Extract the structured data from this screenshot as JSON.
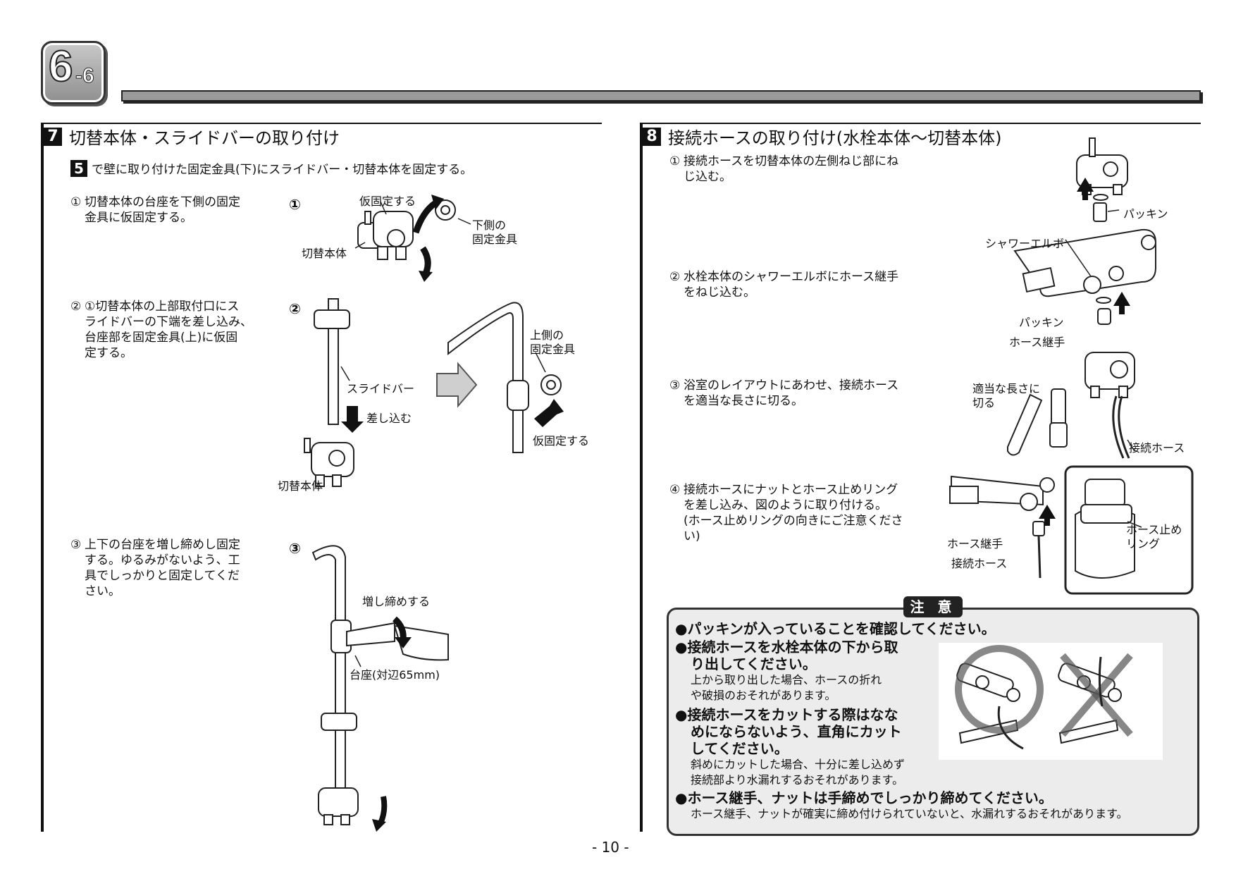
{
  "header": {
    "badge_main": "6",
    "badge_sub": "-6"
  },
  "section7": {
    "number": "7",
    "title": "切替本体・スライドバーの取り付け",
    "ref_num": "5",
    "ref_text": "で壁に取り付けた固定金具(下)にスライドバー・切替本体を固定する。",
    "step1": {
      "marker": "①",
      "lines": [
        "切替本体の台座を下側の固定",
        "金具に仮固定する。"
      ]
    },
    "step2": {
      "marker": "②",
      "lines": [
        "①切替本体の上部取付口にス",
        "ライドバーの下端を差し込み、",
        "台座部を固定金具(上)に仮固",
        "定する。"
      ]
    },
    "step3": {
      "marker": "③",
      "lines": [
        "上下の台座を増し締めし固定",
        "する。ゆるみがないよう、工",
        "具でしっかりと固定してくだ",
        "さい。"
      ]
    },
    "fig1": {
      "circle": "①",
      "label_a": "仮固定する",
      "label_b1": "下側の",
      "label_b2": "固定金具",
      "label_c": "切替本体"
    },
    "fig2": {
      "circle": "②",
      "label_a": "スライドバー",
      "label_b": "差し込む",
      "label_c": "切替本体",
      "label_d1": "上側の",
      "label_d2": "固定金具",
      "label_e": "仮固定する"
    },
    "fig3": {
      "circle": "③",
      "label_a": "増し締めする",
      "label_b": "台座(対辺65mm)"
    }
  },
  "section8": {
    "number": "8",
    "title": "接続ホースの取り付け(水栓本体～切替本体)",
    "step1": {
      "marker": "①",
      "lines": [
        "接続ホースを切替本体の左側ねじ部にね",
        "じ込む。"
      ]
    },
    "step2": {
      "marker": "②",
      "lines": [
        "水栓本体のシャワーエルボにホース継手",
        "をねじ込む。"
      ]
    },
    "step3": {
      "marker": "③",
      "lines": [
        "浴室のレイアウトにあわせ、接続ホース",
        "を適当な長さに切る。"
      ]
    },
    "step4": {
      "marker": "④",
      "lines": [
        "接続ホースにナットとホース止めリング",
        "を差し込み、図のように取り付ける。",
        "(ホース止めリングの向きにご注意くださ",
        "い)"
      ]
    },
    "fig_labels": {
      "packing1": "パッキン",
      "shower_elbow": "シャワーエルボ",
      "packing2": "パッキン",
      "hose_joint": "ホース継手",
      "cut1": "適当な長さに",
      "cut2": "切る",
      "conn_hose": "接続ホース",
      "hose_joint2": "ホース継手",
      "conn_hose2": "接続ホース",
      "ring1": "ホース止め",
      "ring2": "リング"
    }
  },
  "caution": {
    "tag": "注 意",
    "items": [
      {
        "bold": [
          "●パッキンが入っていることを確認してください。"
        ],
        "normal": []
      },
      {
        "bold": [
          "●接続ホースを水栓本体の下から取",
          "り出してください。"
        ],
        "normal": [
          "上から取り出した場合、ホースの折れ",
          "や破損のおそれがあります。"
        ]
      },
      {
        "bold": [
          "●接続ホースをカットする際はなな",
          "めにならないよう、直角にカット",
          "してください。"
        ],
        "normal": [
          "斜めにカットした場合、十分に差し込めず",
          "接続部より水漏れするおそれがあります。"
        ]
      },
      {
        "bold": [
          "●ホース継手、ナットは手締めでしっかり締めてください。"
        ],
        "normal": [
          "ホース継手、ナットが確実に締め付けられていないと、水漏れするおそれがあります。"
        ]
      }
    ]
  },
  "footer": {
    "page": "- 10 -"
  },
  "colors": {
    "arrow": "#111111",
    "gray_arrow": "#bdbdbd",
    "caution_bg": "#ececec"
  }
}
